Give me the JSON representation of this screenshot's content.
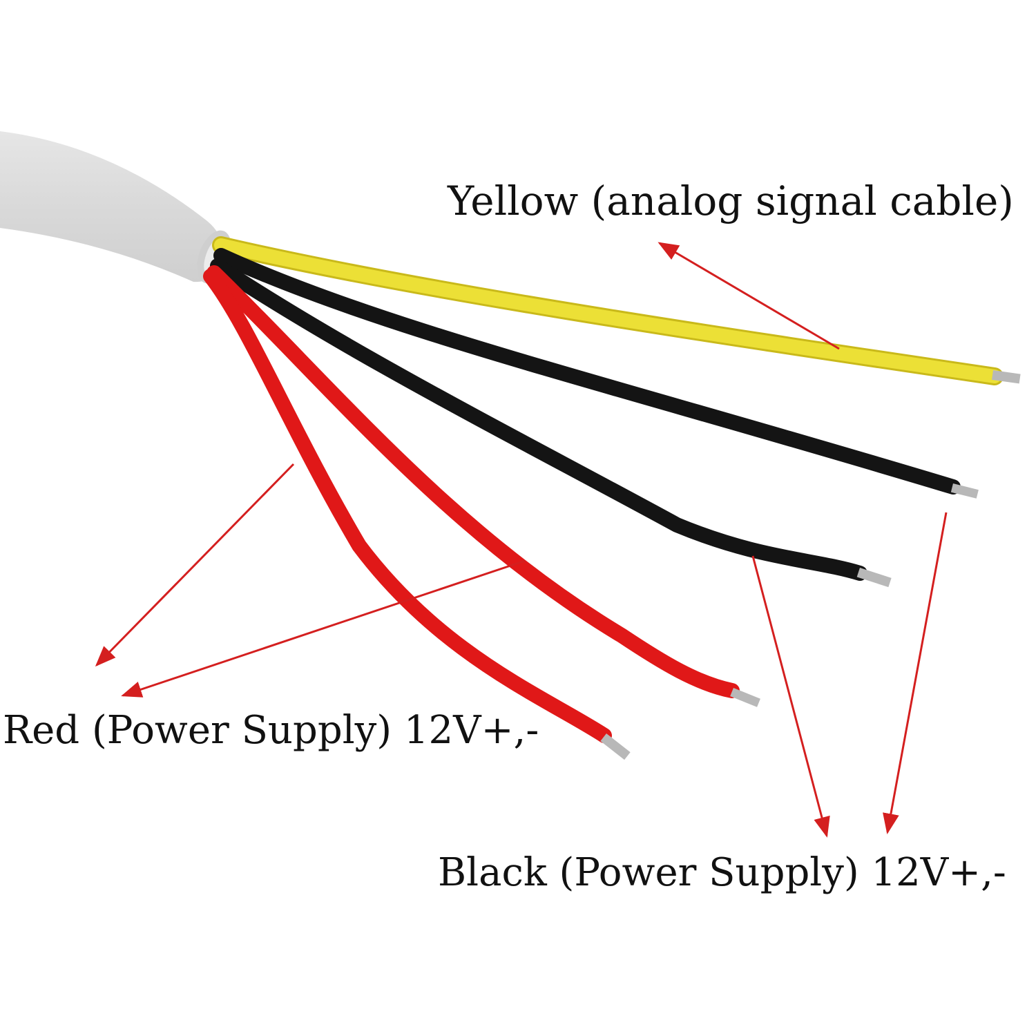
{
  "labels": {
    "yellow": "Yellow (analog signal cable)",
    "red": "Red (Power Supply) 12V+,-",
    "black": "Black (Power Supply) 12V+,-"
  },
  "colors": {
    "background": "#ffffff",
    "jacket": "#dcdcdc",
    "wire_yellow": "#e8dc2a",
    "wire_black": "#141414",
    "wire_red": "#e01818",
    "conductor": "#b8b8b8",
    "arrow": "#d41f1f",
    "text": "#111111"
  },
  "wires": [
    {
      "id": "yellow",
      "color_key": "wire_yellow"
    },
    {
      "id": "black-1",
      "color_key": "wire_black"
    },
    {
      "id": "black-2",
      "color_key": "wire_black"
    },
    {
      "id": "red-1",
      "color_key": "wire_red"
    },
    {
      "id": "red-2",
      "color_key": "wire_red"
    }
  ]
}
